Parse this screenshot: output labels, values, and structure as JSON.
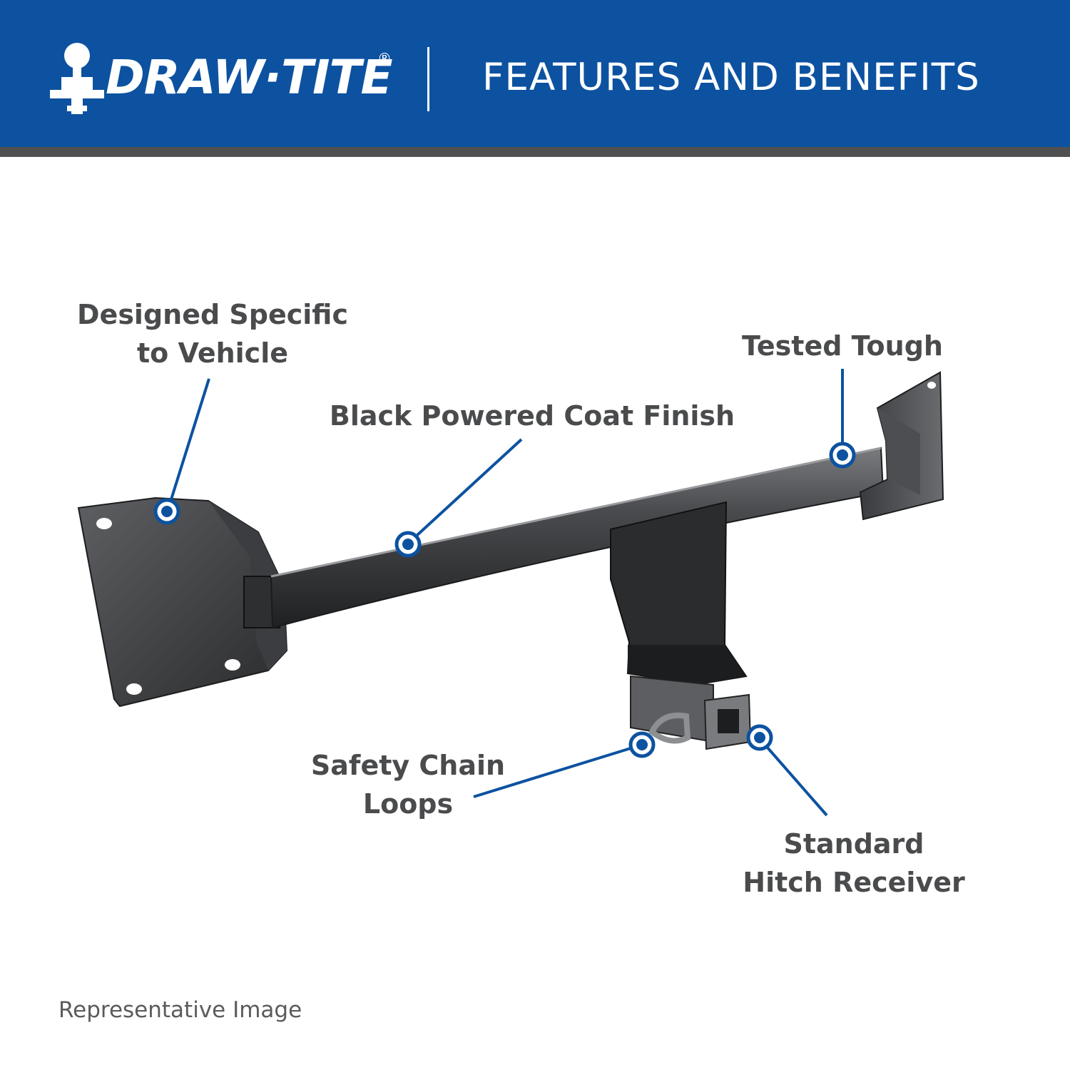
{
  "header": {
    "brand": "DRAW·TITE",
    "registered": "®",
    "title": "FEATURES AND BENEFITS",
    "background_color": "#0c52a0",
    "rule_color": "#4f5052"
  },
  "callouts": [
    {
      "text_lines": [
        "Designed Specific",
        "to Vehicle"
      ]
    },
    {
      "text_lines": [
        "Black Powered Coat Finish"
      ]
    },
    {
      "text_lines": [
        "Tested Tough"
      ]
    },
    {
      "text_lines": [
        "Safety Chain",
        "Loops"
      ]
    },
    {
      "text_lines": [
        "Standard",
        "Hitch Receiver"
      ]
    }
  ],
  "accent_color": "#0c52a0",
  "product_icon": "trailer-hitch",
  "footer": {
    "note": "Representative Image"
  }
}
